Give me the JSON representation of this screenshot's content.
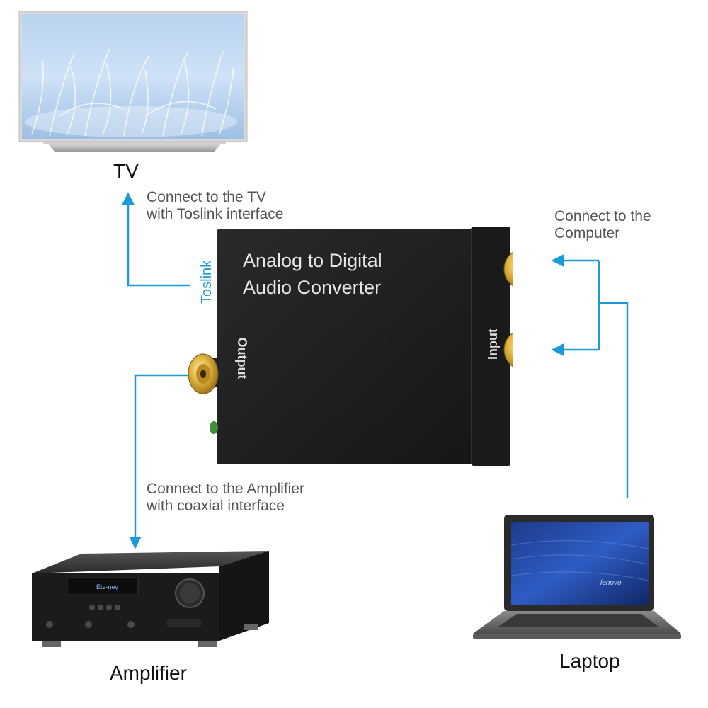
{
  "devices": {
    "tv": {
      "label": "TV"
    },
    "amplifier": {
      "label": "Amplifier",
      "display_text": "Ete-ney"
    },
    "laptop": {
      "label": "Laptop",
      "brand": "lenovo"
    }
  },
  "converter": {
    "title": "Analog to Digital\nAudio Converter",
    "toslink_label": "Toslink",
    "output_label": "Output",
    "input_label": "Input"
  },
  "annotations": {
    "tv": "Connect to the TV\nwith Toslink interface",
    "computer": "Connect to the\nComputer",
    "amplifier": "Connect to the Amplifier\nwith coaxial interface"
  },
  "colors": {
    "arrow": "#1a9ad6",
    "converter_body": "#1e1e1e",
    "gold": "#d4a830",
    "annotation_text": "#555555"
  }
}
